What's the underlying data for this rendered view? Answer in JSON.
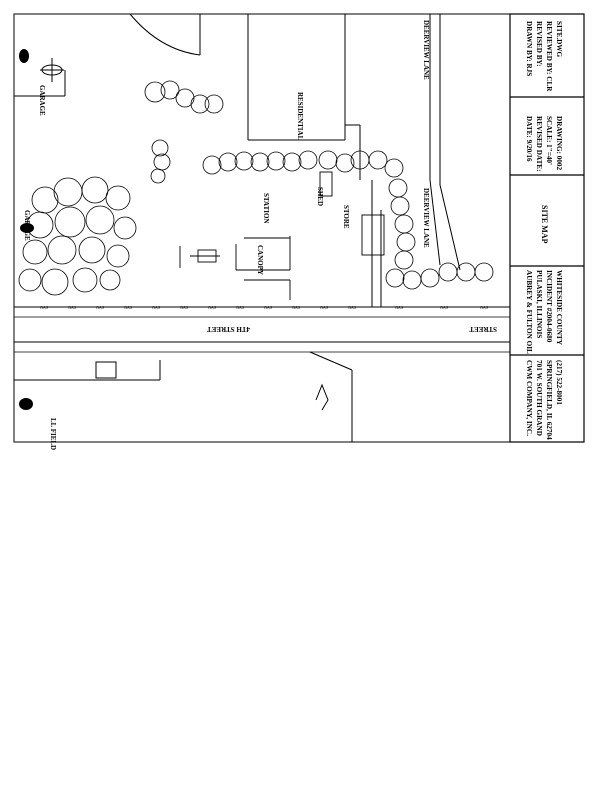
{
  "map": {
    "streets": {
      "main_left": "4TH STREET",
      "main_right": "STREET",
      "lane_right": "DEERVIEW LANE",
      "lane_top": "DEERVIEW LANE"
    },
    "labels": {
      "garage_top": "GARAGE",
      "garage_left": "GARAGE",
      "residential": "RESIDENTIAL",
      "station": "STATION",
      "canopy": "CANOPY",
      "shed": "SHED",
      "store": "STORE",
      "field": "LL FIELD"
    }
  },
  "title_block": {
    "project": {
      "line1": "AUBREY & FULTON OIL",
      "line2": "PULASKI, ILLINOIS",
      "line3": "INCIDENT #2004-0680",
      "line4": "WHITESIDE COUNTY"
    },
    "company": {
      "line1": "CWM COMPANY, INC.",
      "line2": "701 W. SOUTH GRAND",
      "line3": "SPRINGFIELD, IL 62704",
      "line4": "(217) 522-8001"
    },
    "sheet_title": "SITE MAP",
    "dates": {
      "line1": "DATE: 9/20/16",
      "line2": "REVISED DATE:",
      "line3": "SCALE: 1\"=40'",
      "line4": "DRAWING: 0002"
    },
    "drawn": {
      "line1": "DRAWN BY: RJS",
      "line2": "REVISED BY:",
      "line3": "REVIEWED BY: CLR",
      "line4": "SITE.DWG"
    }
  }
}
